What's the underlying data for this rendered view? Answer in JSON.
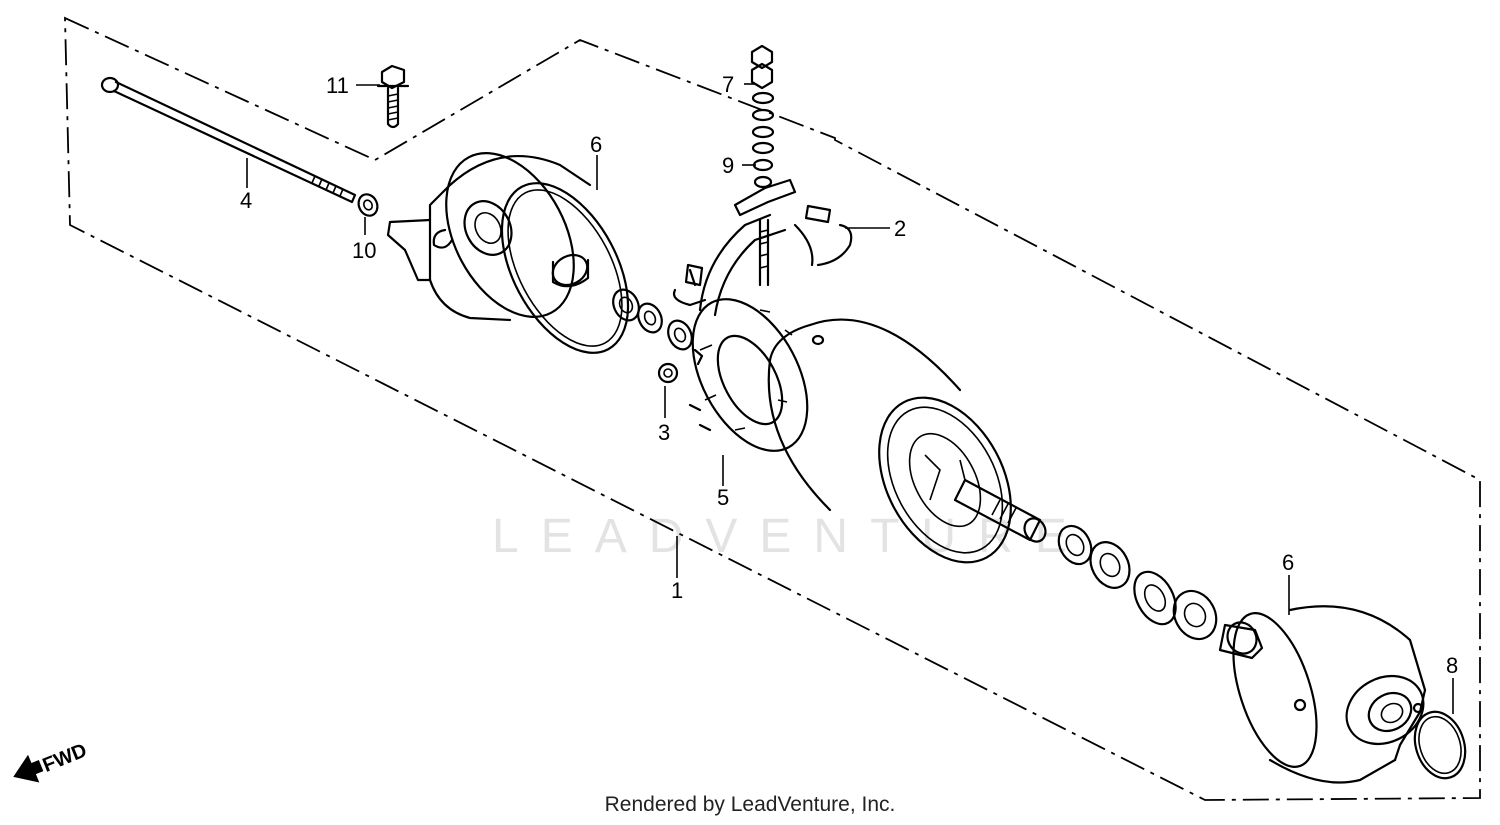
{
  "callouts": {
    "c1": "1",
    "c2": "2",
    "c3": "3",
    "c4": "4",
    "c5": "5",
    "c6a": "6",
    "c6b": "6",
    "c7": "7",
    "c8": "8",
    "c9": "9",
    "c10": "10",
    "c11": "11"
  },
  "direction_label": "FWD",
  "watermark": "LEADVENTURE",
  "footer": "Rendered by LeadVenture, Inc."
}
